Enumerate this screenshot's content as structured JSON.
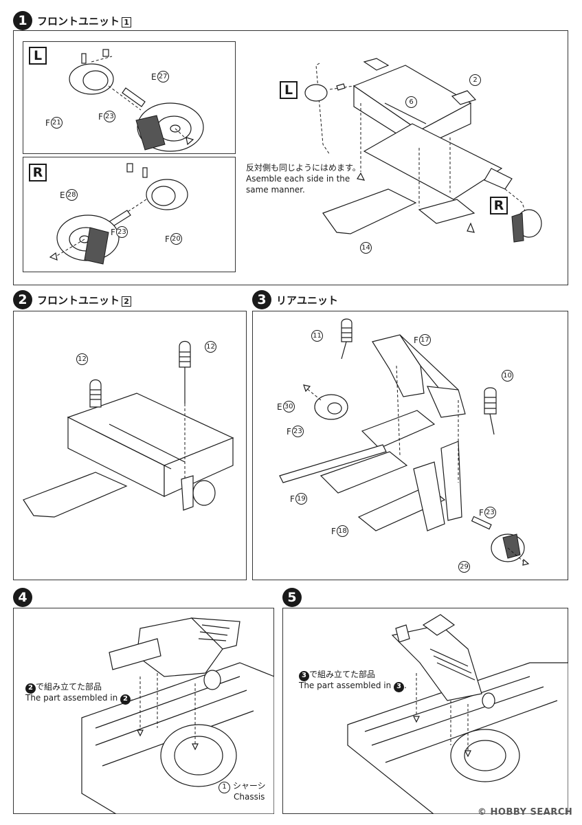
{
  "steps": [
    {
      "number": "1",
      "title": "フロントユニット",
      "title_box": "1"
    },
    {
      "number": "2",
      "title": "フロントユニット",
      "title_box": "2"
    },
    {
      "number": "3",
      "title": "リアユニット"
    },
    {
      "number": "4"
    },
    {
      "number": "5"
    }
  ],
  "step1": {
    "left_box": {
      "tag": "L",
      "parts": [
        {
          "letter": "E",
          "num": "27"
        },
        {
          "letter": "F",
          "num": "23"
        },
        {
          "letter": "F",
          "num": "21"
        }
      ]
    },
    "right_box": {
      "tag": "R",
      "parts": [
        {
          "letter": "E",
          "num": "28"
        },
        {
          "letter": "F",
          "num": "23"
        },
        {
          "letter": "F",
          "num": "20"
        }
      ]
    },
    "main": {
      "tag_left": "L",
      "tag_right": "R",
      "parts": [
        {
          "num": "2"
        },
        {
          "num": "6"
        },
        {
          "num": "14"
        }
      ],
      "note_lines": [
        "反対側も同じようにはめます。",
        "Asemble each side in the",
        "same manner."
      ]
    }
  },
  "step2": {
    "parts": [
      {
        "num": "12"
      },
      {
        "num": "12"
      }
    ]
  },
  "step3": {
    "parts": [
      {
        "letter": "",
        "num": "11"
      },
      {
        "letter": "F",
        "num": "17"
      },
      {
        "letter": "",
        "num": "10"
      },
      {
        "letter": "E",
        "num": "30"
      },
      {
        "letter": "F",
        "num": "23"
      },
      {
        "letter": "F",
        "num": "19"
      },
      {
        "letter": "F",
        "num": "18"
      },
      {
        "letter": "F",
        "num": "23"
      },
      {
        "letter": "",
        "num": "29"
      }
    ]
  },
  "step4": {
    "ref_step": "2",
    "ref_jp": "で組み立てた部品",
    "ref_en": "The part assembled in",
    "chassis_num": "1",
    "chassis_jp": "シャーシ",
    "chassis_en": "Chassis"
  },
  "step5": {
    "ref_step": "3",
    "ref_jp": "で組み立てた部品",
    "ref_en": "The part assembled in"
  },
  "watermark": "© HOBBY SEARCH"
}
